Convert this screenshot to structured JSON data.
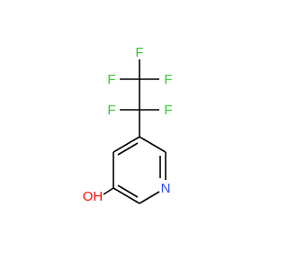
{
  "molecule": {
    "atoms": {
      "f1": "F",
      "f2": "F",
      "f3": "F",
      "f4": "F",
      "f5": "F",
      "n": "N",
      "oh": "OH"
    },
    "colors": {
      "bond": "#000000",
      "fluorine": "#33cc33",
      "nitrogen": "#3050f8",
      "oxygen": "#ff0d0d"
    }
  }
}
